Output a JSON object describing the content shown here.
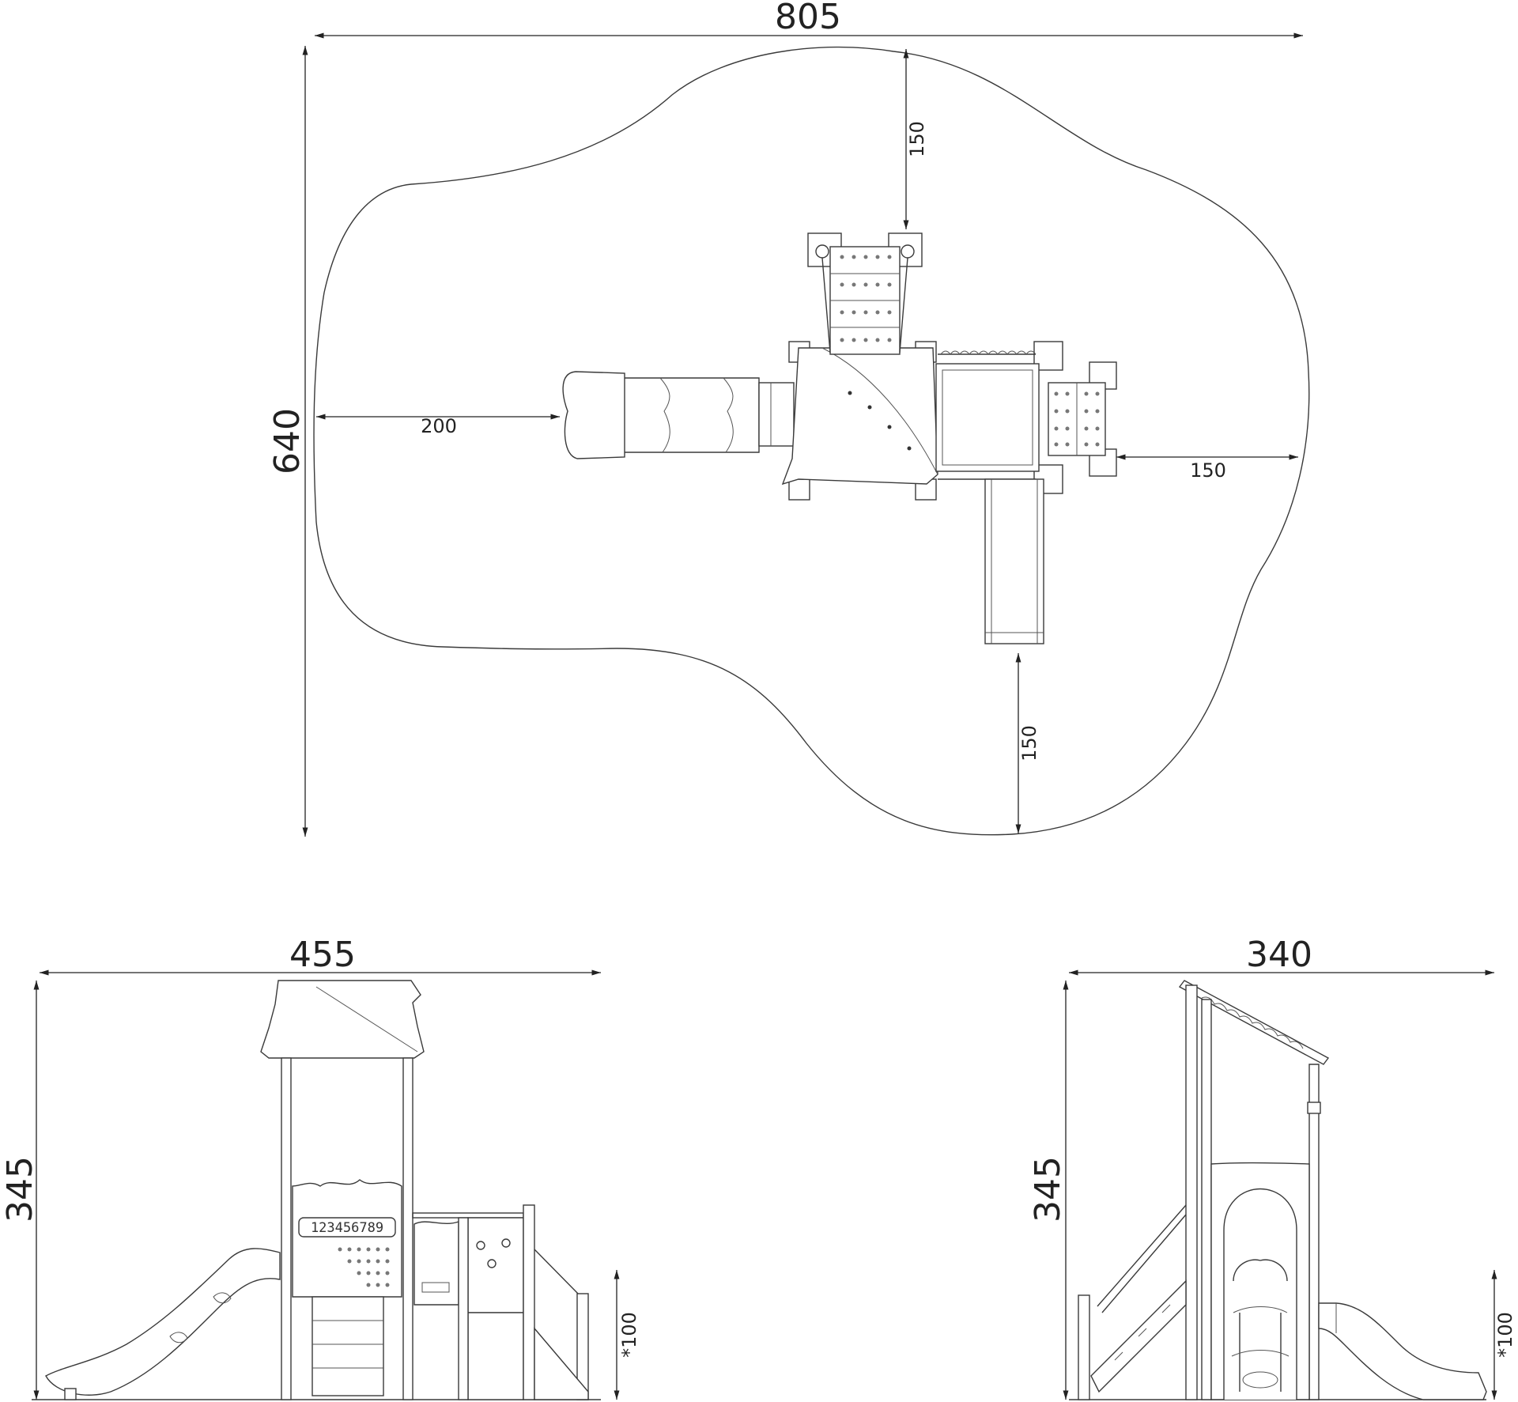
{
  "plan": {
    "overall_width": "805",
    "overall_depth": "640",
    "clearance_top": "150",
    "clearance_left": "200",
    "clearance_right": "150",
    "clearance_bottom": "150"
  },
  "front_view": {
    "width": "455",
    "height": "345",
    "foundation_depth": "*100",
    "number_panel": "123456789"
  },
  "side_view": {
    "width": "340",
    "height": "345",
    "foundation_depth": "*100"
  },
  "colors": {
    "line": "#3a3a3a",
    "dimension": "#222222",
    "background": "#ffffff"
  }
}
